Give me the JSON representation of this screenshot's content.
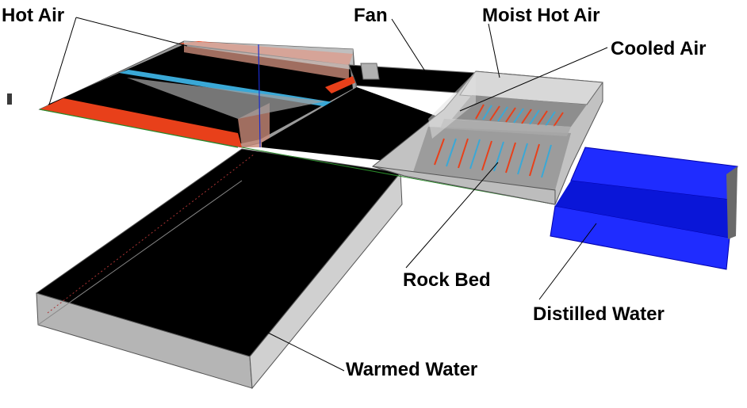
{
  "labels": {
    "hot_air": "Hot Air",
    "fan": "Fan",
    "moist_hot_air": "Moist Hot Air",
    "cooled_air": "Cooled Air",
    "rock_bed": "Rock Bed",
    "distilled_water": "Distilled Water",
    "warmed_water": "Warmed Water"
  },
  "colors": {
    "hot": "#e8401a",
    "hot_glass": "#c88a78",
    "cool": "#3aa8d6",
    "dark": "#000000",
    "glass": "#b9b9b9",
    "glass_light": "#d6d6d6",
    "water_blue": "#1f2cff",
    "water_dark": "#0a16d8"
  }
}
